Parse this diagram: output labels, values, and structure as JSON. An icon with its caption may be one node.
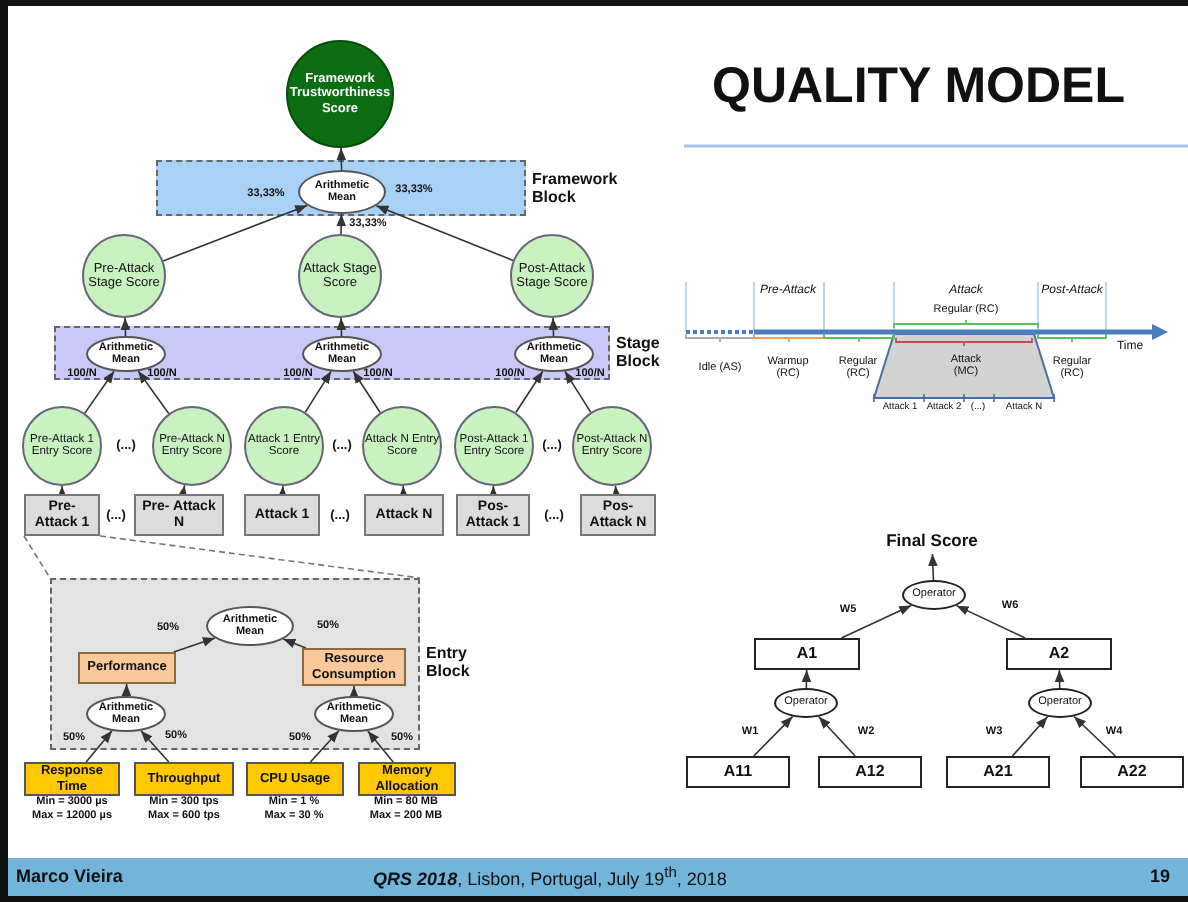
{
  "diagram": {
    "title": "QUALITY MODEL",
    "nodes": [
      {
        "text": [
          "Framework Trustworthiness Score"
        ]
      },
      {
        "text": [],
        "shape": "band",
        "beside": [
          "Framework Block"
        ]
      },
      {
        "text": [
          "Arithmetic Mean"
        ],
        "in": 1
      },
      {
        "text": [
          "Pre-Attack Stage Score"
        ]
      },
      {
        "text": [
          "Attack Stage Score"
        ]
      },
      {
        "text": [
          "Post-Attack Stage Score"
        ]
      },
      {
        "text": [],
        "shape": "band",
        "beside": [
          "Stage Block"
        ]
      },
      {
        "text": [
          "Arithmetic Mean"
        ],
        "in": 6
      },
      {
        "text": [
          "Arithmetic Mean"
        ],
        "in": 6
      },
      {
        "text": [
          "Arithmetic Mean"
        ],
        "in": 6
      },
      {
        "text": [
          "Pre-Attack 1 Entry Score"
        ]
      },
      {
        "text": [
          "Pre-Attack N Entry Score"
        ]
      },
      {
        "text": [
          "Attack 1 Entry Score"
        ]
      },
      {
        "text": [
          "Attack N Entry Score"
        ]
      },
      {
        "text": [
          "Post-Attack 1 Entry Score"
        ]
      },
      {
        "text": [
          "Post-Attack N Entry Score"
        ]
      },
      {
        "text": [
          "Pre- Attack 1"
        ]
      },
      {
        "text": [
          "Pre- Attack N"
        ]
      },
      {
        "text": [
          "Attack 1"
        ]
      },
      {
        "text": [
          "Attack N"
        ]
      },
      {
        "text": [
          "Pos- Attack 1"
        ]
      },
      {
        "text": [
          "Pos- Attack N"
        ]
      },
      {
        "text": [],
        "shape": "band",
        "beside": [
          "Entry Block"
        ]
      },
      {
        "text": [
          "Arithmetic Mean"
        ],
        "in": 22
      },
      {
        "text": [
          "Performance"
        ],
        "in": 22
      },
      {
        "text": [
          "Resource Consumption"
        ],
        "in": 22
      },
      {
        "text": [
          "Arithmetic Mean"
        ],
        "in": 22
      },
      {
        "text": [
          "Arithmetic Mean"
        ],
        "in": 22
      },
      {
        "text": [
          "Response Time"
        ],
        "beside": [
          "Min = 3000 µs",
          "Max = 12000 µs"
        ]
      },
      {
        "text": [
          "Throughput"
        ],
        "beside": [
          "Min = 300 tps",
          "Max = 600 tps"
        ]
      },
      {
        "text": [
          "CPU Usage"
        ],
        "beside": [
          "Min = 1 %",
          "Max = 30 %"
        ]
      },
      {
        "text": [
          "Memory Allocation"
        ],
        "beside": [
          "Min = 80 MB",
          "Max = 200 MB"
        ]
      },
      {
        "text": [
          "Final Score"
        ]
      },
      {
        "text": [
          "Operator"
        ]
      },
      {
        "text": [
          "A1"
        ]
      },
      {
        "text": [
          "A2"
        ]
      },
      {
        "text": [
          "Operator"
        ]
      },
      {
        "text": [
          "Operator"
        ]
      },
      {
        "text": [
          "A11"
        ]
      },
      {
        "text": [
          "A12"
        ]
      },
      {
        "text": [
          "A21"
        ]
      },
      {
        "text": [
          "A22"
        ]
      }
    ],
    "edges": [
      {
        "from": 2,
        "to": 0,
        "arrow": "to"
      },
      {
        "from": 3,
        "to": 2,
        "arrow": "to",
        "label": "33,33%"
      },
      {
        "from": 4,
        "to": 2,
        "arrow": "to",
        "label": "33,33%"
      },
      {
        "from": 5,
        "to": 2,
        "arrow": "to",
        "label": "33,33%"
      },
      {
        "from": 7,
        "to": 3,
        "arrow": "to"
      },
      {
        "from": 8,
        "to": 4,
        "arrow": "to"
      },
      {
        "from": 9,
        "to": 5,
        "arrow": "to"
      },
      {
        "from": 10,
        "to": 7,
        "arrow": "to",
        "label": "100/N"
      },
      {
        "from": 11,
        "to": 7,
        "arrow": "to",
        "label": "100/N"
      },
      {
        "from": 12,
        "to": 8,
        "arrow": "to",
        "label": "100/N"
      },
      {
        "from": 13,
        "to": 8,
        "arrow": "to",
        "label": "100/N"
      },
      {
        "from": 14,
        "to": 9,
        "arrow": "to",
        "label": "100/N"
      },
      {
        "from": 15,
        "to": 9,
        "arrow": "to",
        "label": "100/N"
      },
      {
        "from": 16,
        "to": 10,
        "arrow": "to"
      },
      {
        "from": 17,
        "to": 11,
        "arrow": "to"
      },
      {
        "from": 18,
        "to": 12,
        "arrow": "to"
      },
      {
        "from": 19,
        "to": 13,
        "arrow": "to"
      },
      {
        "from": 20,
        "to": 14,
        "arrow": "to"
      },
      {
        "from": 21,
        "to": 15,
        "arrow": "to"
      },
      {
        "from": 16,
        "to": 22,
        "arrow": "none",
        "style": "dashed"
      },
      {
        "from": 16,
        "to": 22,
        "arrow": "none",
        "style": "dashed"
      },
      {
        "from": 24,
        "to": 23,
        "arrow": "to",
        "label": "50%"
      },
      {
        "from": 25,
        "to": 23,
        "arrow": "to",
        "label": "50%"
      },
      {
        "from": 26,
        "to": 24,
        "arrow": "to"
      },
      {
        "from": 27,
        "to": 25,
        "arrow": "to"
      },
      {
        "from": 28,
        "to": 26,
        "arrow": "to",
        "label": "50%"
      },
      {
        "from": 29,
        "to": 26,
        "arrow": "to",
        "label": "50%"
      },
      {
        "from": 30,
        "to": 27,
        "arrow": "to",
        "label": "50%"
      },
      {
        "from": 31,
        "to": 27,
        "arrow": "to",
        "label": "50%"
      },
      {
        "from": 33,
        "to": 32,
        "arrow": "to"
      },
      {
        "from": 34,
        "to": 33,
        "arrow": "to",
        "label": "W5"
      },
      {
        "from": 35,
        "to": 33,
        "arrow": "to",
        "label": "W6"
      },
      {
        "from": 36,
        "to": 34,
        "arrow": "to"
      },
      {
        "from": 37,
        "to": 35,
        "arrow": "to"
      },
      {
        "from": 38,
        "to": 36,
        "arrow": "to",
        "label": "W1"
      },
      {
        "from": 39,
        "to": 36,
        "arrow": "to",
        "label": "W2"
      },
      {
        "from": 40,
        "to": 37,
        "arrow": "to",
        "label": "W3"
      },
      {
        "from": 41,
        "to": 37,
        "arrow": "to",
        "label": "W4"
      }
    ],
    "labels": [
      "(...)",
      "(...)",
      "(...)",
      "(...)",
      "(...)",
      "(...)",
      "Pre-Attack",
      "Attack",
      "Post-Attack",
      "Regular (RC)",
      "Idle (AS)",
      "Warmup (RC)",
      "Regular (RC)",
      "Attack (MC)",
      "Regular (RC)",
      "Time",
      "Attack 1",
      "Attack 2",
      "(...)",
      "Attack N",
      "Marco Vieira",
      "**QRS 2018**, Lisbon, Portugal, July 19$^{th}$, 2018",
      "19"
    ]
  }
}
